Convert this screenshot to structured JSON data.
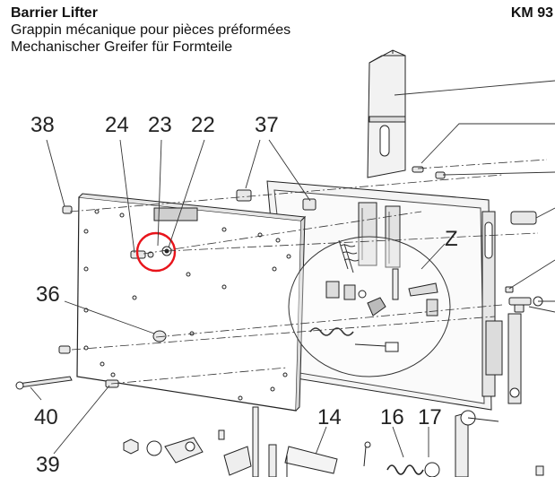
{
  "header": {
    "title": "Barrier Lifter",
    "subtitle_fr": "Grappin mécanique pour pièces préformées",
    "subtitle_de": "Mechanischer Greifer für Formteile",
    "code": "KM 93"
  },
  "callouts": {
    "n38": "38",
    "n24": "24",
    "n23": "23",
    "n22": "22",
    "n37": "37",
    "n36": "36",
    "n40": "40",
    "n39": "39",
    "n14": "14",
    "n16": "16",
    "n17": "17",
    "zone": "Z"
  },
  "colors": {
    "line": "#222222",
    "highlight": "#e8141b",
    "plate_fill": "#ffffff",
    "frame_fill": "#f4f4f4",
    "shade": "#c9c9c9"
  }
}
